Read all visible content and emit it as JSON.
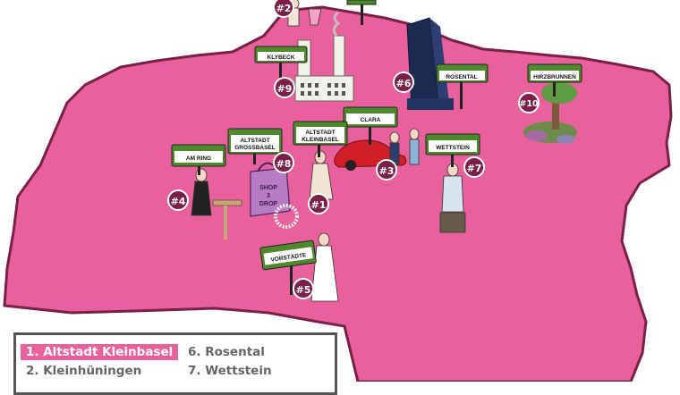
{
  "map": {
    "region_color": "#e8609c",
    "border_color": "#7a1f47",
    "marker_color": "#7a1f47",
    "sign_color": "#4e8a2c"
  },
  "signs": {
    "klybeck": "KLYBECK",
    "rosental": "ROSENTAL",
    "hirzbrunnen": "HIRZBRUNNEN",
    "clara": "CLARA",
    "altstadt_kleinbasel_1": "ALTSTADT",
    "altstadt_kleinbasel_2": "KLEINBASEL",
    "altstadt_grossbasel_1": "ALTSTADT",
    "altstadt_grossbasel_2": "GROSSBASEL",
    "am_ring": "AM RING",
    "wettstein": "WETTSTEIN",
    "vorstaedte": "VORSTÄDTE"
  },
  "markers": {
    "m1": "#1",
    "m2": "#2",
    "m3": "#3",
    "m4": "#4",
    "m5": "#5",
    "m6": "#6",
    "m7": "#7",
    "m8": "#8",
    "m9": "#9",
    "m10": "#10"
  },
  "shop_bag_text": [
    "SHOP",
    "3",
    "DROP"
  ],
  "legend": {
    "items": [
      "1. Altstadt Kleinbasel",
      "2. Kleinhüningen",
      "6. Rosental",
      "7. Wettstein"
    ],
    "active_index": 0
  }
}
